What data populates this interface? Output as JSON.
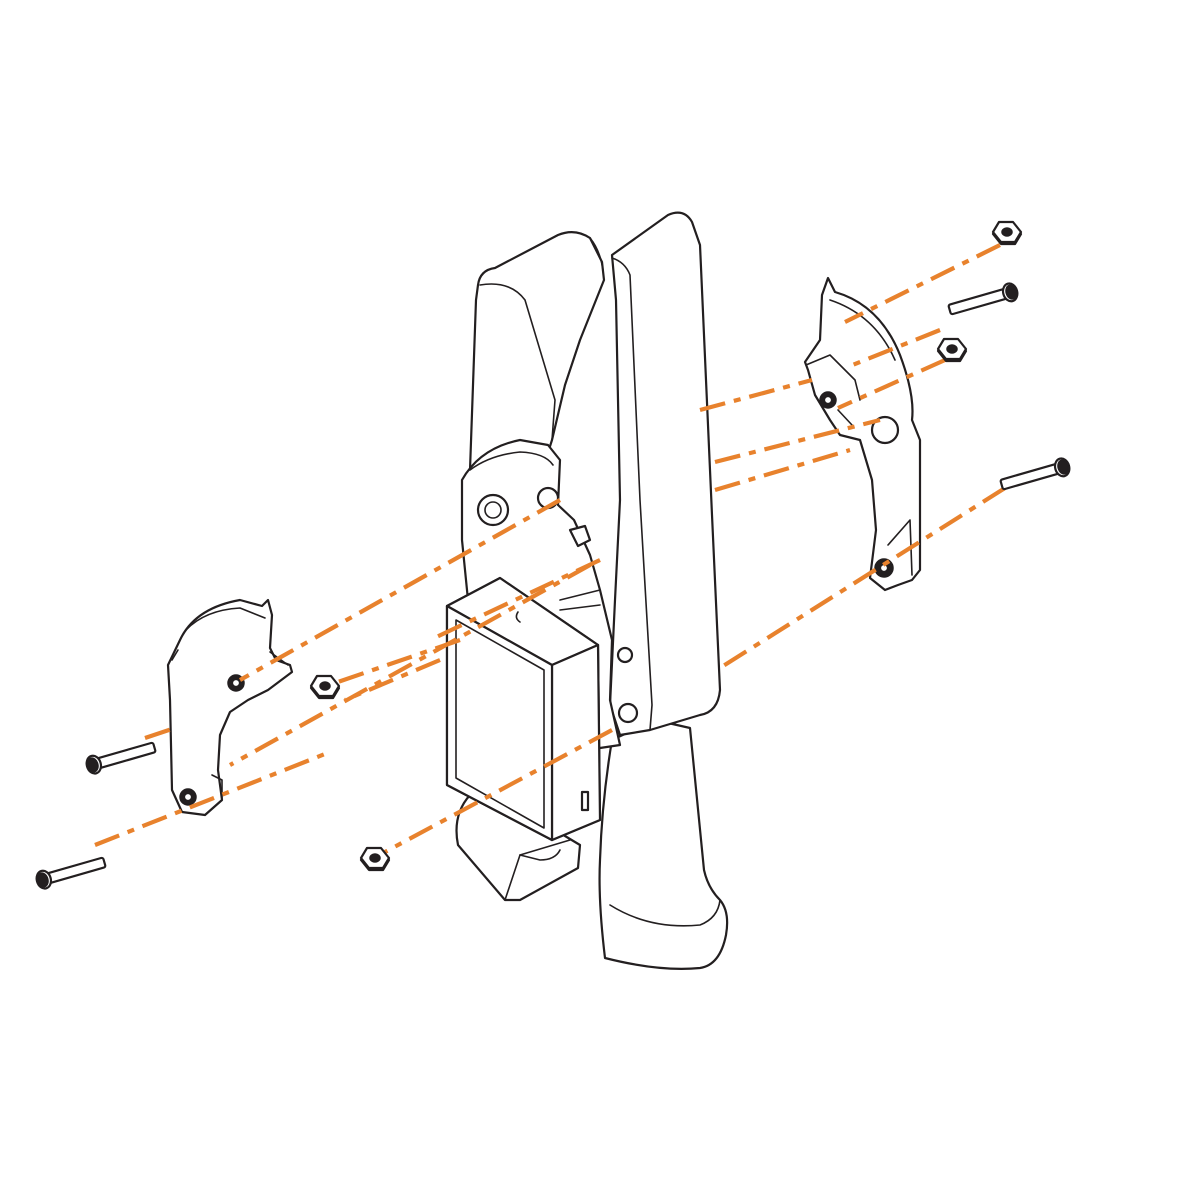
{
  "colors": {
    "line": "#231f20",
    "guide": "#e8822d",
    "background": "#ffffff"
  },
  "parts": {
    "main_body": "door-closer-arm-body",
    "sensor_box": "sensor-housing",
    "left_bracket": "left-mounting-bracket",
    "right_bracket": "right-mounting-bracket",
    "bolts": 4,
    "nuts": 4
  }
}
